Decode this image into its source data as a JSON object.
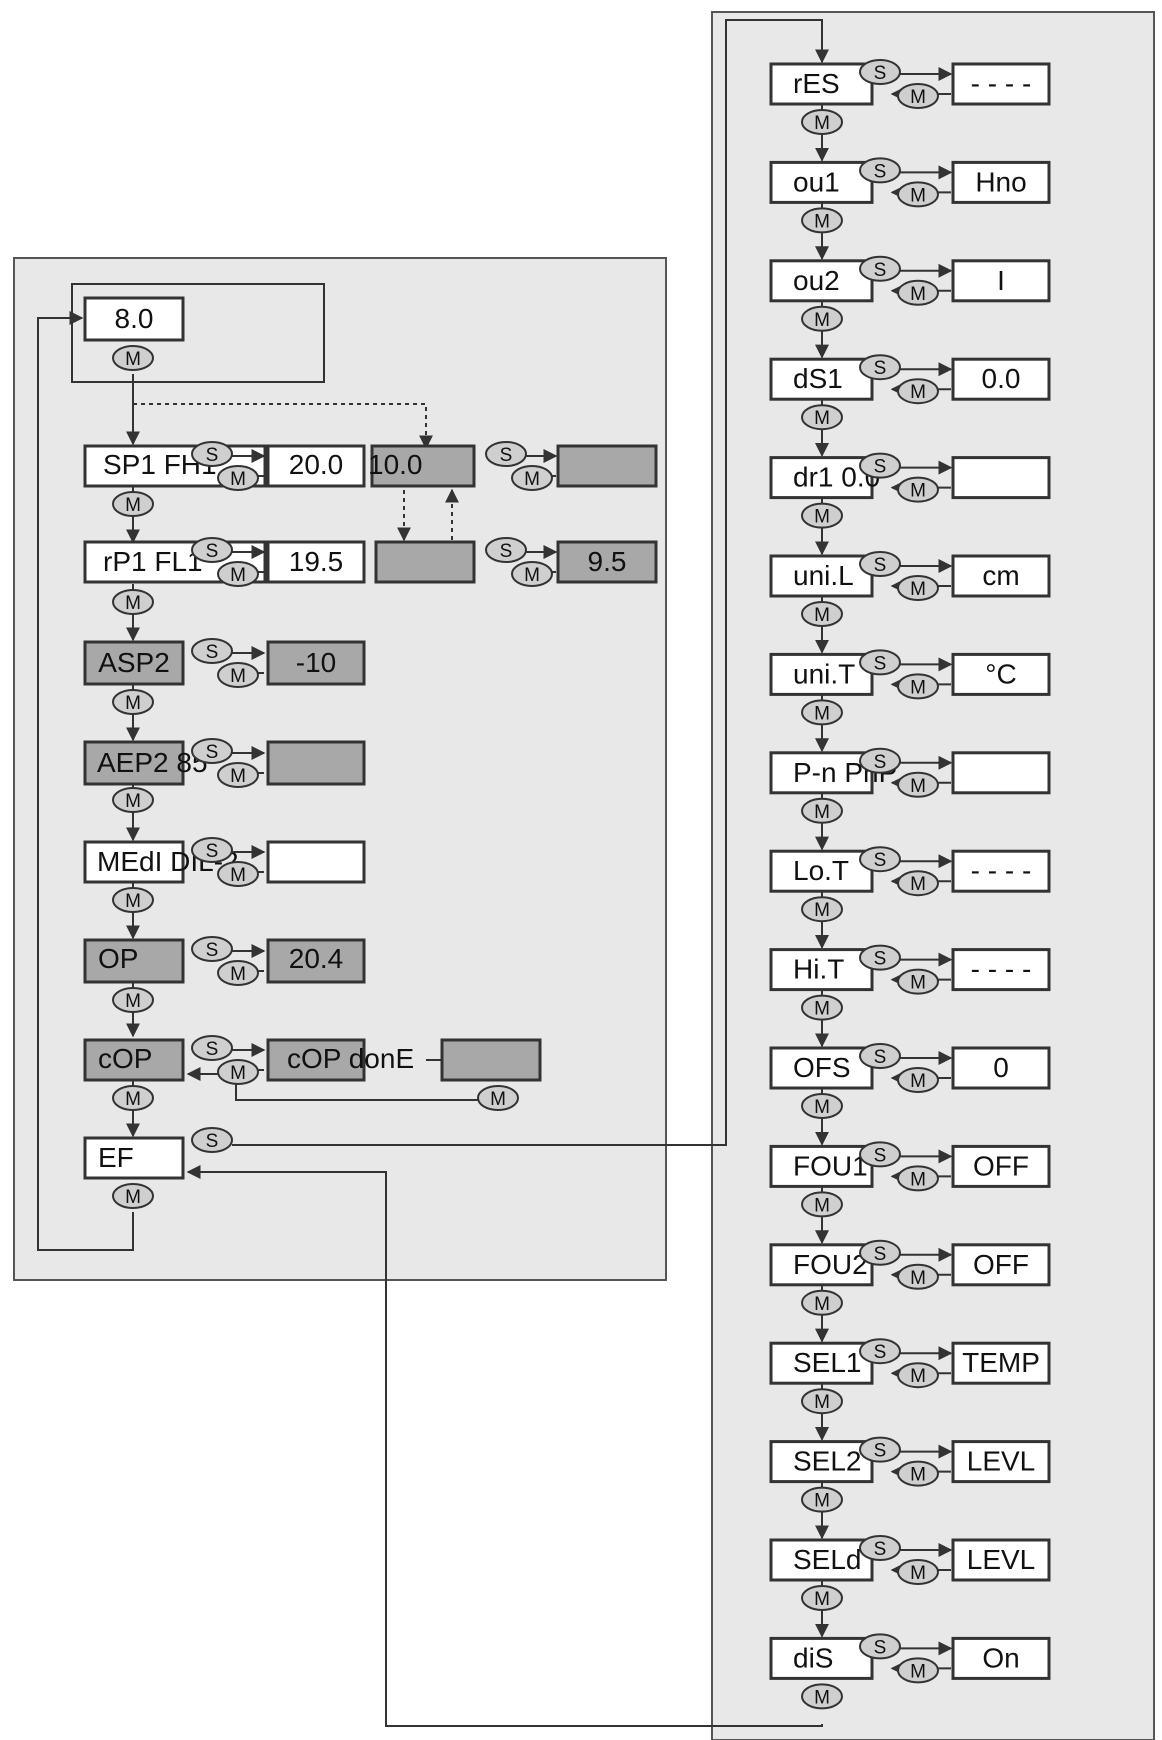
{
  "menu": {
    "start_value": "8.0",
    "sp1": {
      "name": "SP1 FH1",
      "value": "20.0",
      "alt_value": "10.0",
      "alt_result": ""
    },
    "rp1": {
      "name": "rP1 FL1",
      "value": "19.5",
      "alt_value": "",
      "alt_result": "9.5"
    },
    "asp2": {
      "name": "ASP2",
      "value": "-10"
    },
    "aep2": {
      "name": "AEP2 85",
      "value": ""
    },
    "medi": {
      "name": "MEdI DIL-2",
      "value": ""
    },
    "op": {
      "name": "OP",
      "value": "20.4"
    },
    "cop": {
      "name": "cOP",
      "value": "cOP donE",
      "result": ""
    },
    "ef": {
      "name": "EF"
    }
  },
  "extended_menu": [
    {
      "name": "rES",
      "value": "- - - -"
    },
    {
      "name": "ou1",
      "value": "Hno"
    },
    {
      "name": "ou2",
      "value": "I"
    },
    {
      "name": "dS1",
      "value": "0.0"
    },
    {
      "name": "dr1 0.0",
      "value": ""
    },
    {
      "name": "uni.L",
      "value": "cm"
    },
    {
      "name": "uni.T",
      "value": "°C"
    },
    {
      "name": "P-n PnP",
      "value": ""
    },
    {
      "name": "Lo.T",
      "value": "- - - -"
    },
    {
      "name": "Hi.T",
      "value": "- - - -"
    },
    {
      "name": "OFS",
      "value": "0"
    },
    {
      "name": "FOU1",
      "value": "OFF"
    },
    {
      "name": "FOU2",
      "value": "OFF"
    },
    {
      "name": "SEL1",
      "value": "TEMP"
    },
    {
      "name": "SEL2",
      "value": "LEVL"
    },
    {
      "name": "SELd",
      "value": "LEVL"
    },
    {
      "name": "diS",
      "value": "On"
    }
  ],
  "buttons": {
    "set": "S",
    "mode": "M"
  },
  "colors": {
    "panel": "#e8e8e8",
    "box_dark": "#a8a8a8",
    "oval": "#cfcfcf",
    "line": "#333333"
  }
}
